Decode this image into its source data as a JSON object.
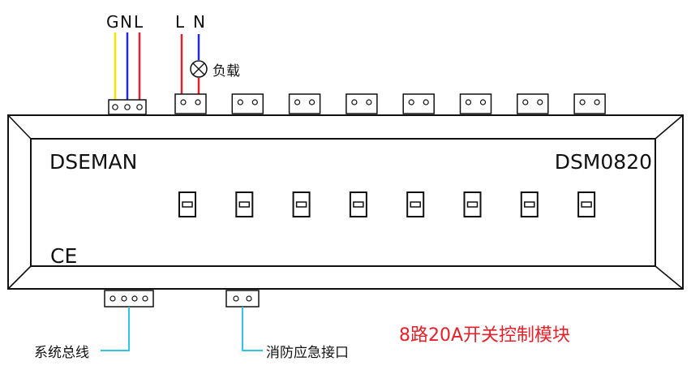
{
  "wire_labels": {
    "g": "G",
    "n": "N",
    "l": "L",
    "load_l": "L",
    "load_n": "N"
  },
  "load_label": "负载",
  "brand": "DSEMAN",
  "model": "DSM0820",
  "ce_mark": "CE",
  "system_bus_label": "系统总线",
  "fire_interface_label": "消防应急接口",
  "product_title": "8路20A开关控制模块",
  "relay_channel_count": 8,
  "colors": {
    "wire_yellow": "#f2e500",
    "wire_blue": "#1f2bd6",
    "wire_red": "#e0232b",
    "bus_cyan": "#2ec6e6",
    "title_red": "#e8202a",
    "outline": "#111111"
  }
}
